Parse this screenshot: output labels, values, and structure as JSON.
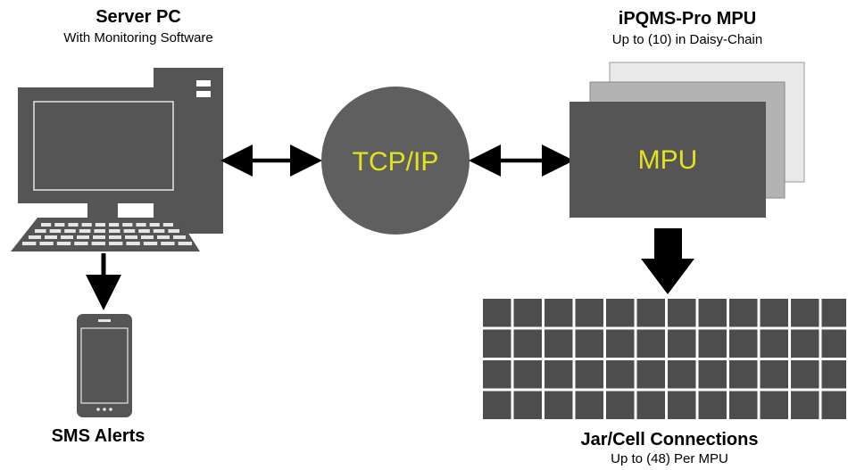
{
  "server": {
    "title": "Server PC",
    "subtitle": "With Monitoring Software"
  },
  "mpu": {
    "title": "iPQMS-Pro MPU",
    "subtitle": "Up to (10) in Daisy-Chain",
    "label": "MPU"
  },
  "network": {
    "label": "TCP/IP"
  },
  "sms": {
    "title": "SMS Alerts"
  },
  "cells": {
    "title": "Jar/Cell Connections",
    "subtitle": "Up to (48) Per MPU"
  },
  "colors": {
    "dark": "#555555",
    "circle": "#5f5f5f",
    "accent_text": "#e5e31c",
    "cell": "#4d4d4d",
    "stack_back": "#e9e9e9",
    "stack_mid": "#b3b3b3",
    "arrow": "#000000"
  }
}
